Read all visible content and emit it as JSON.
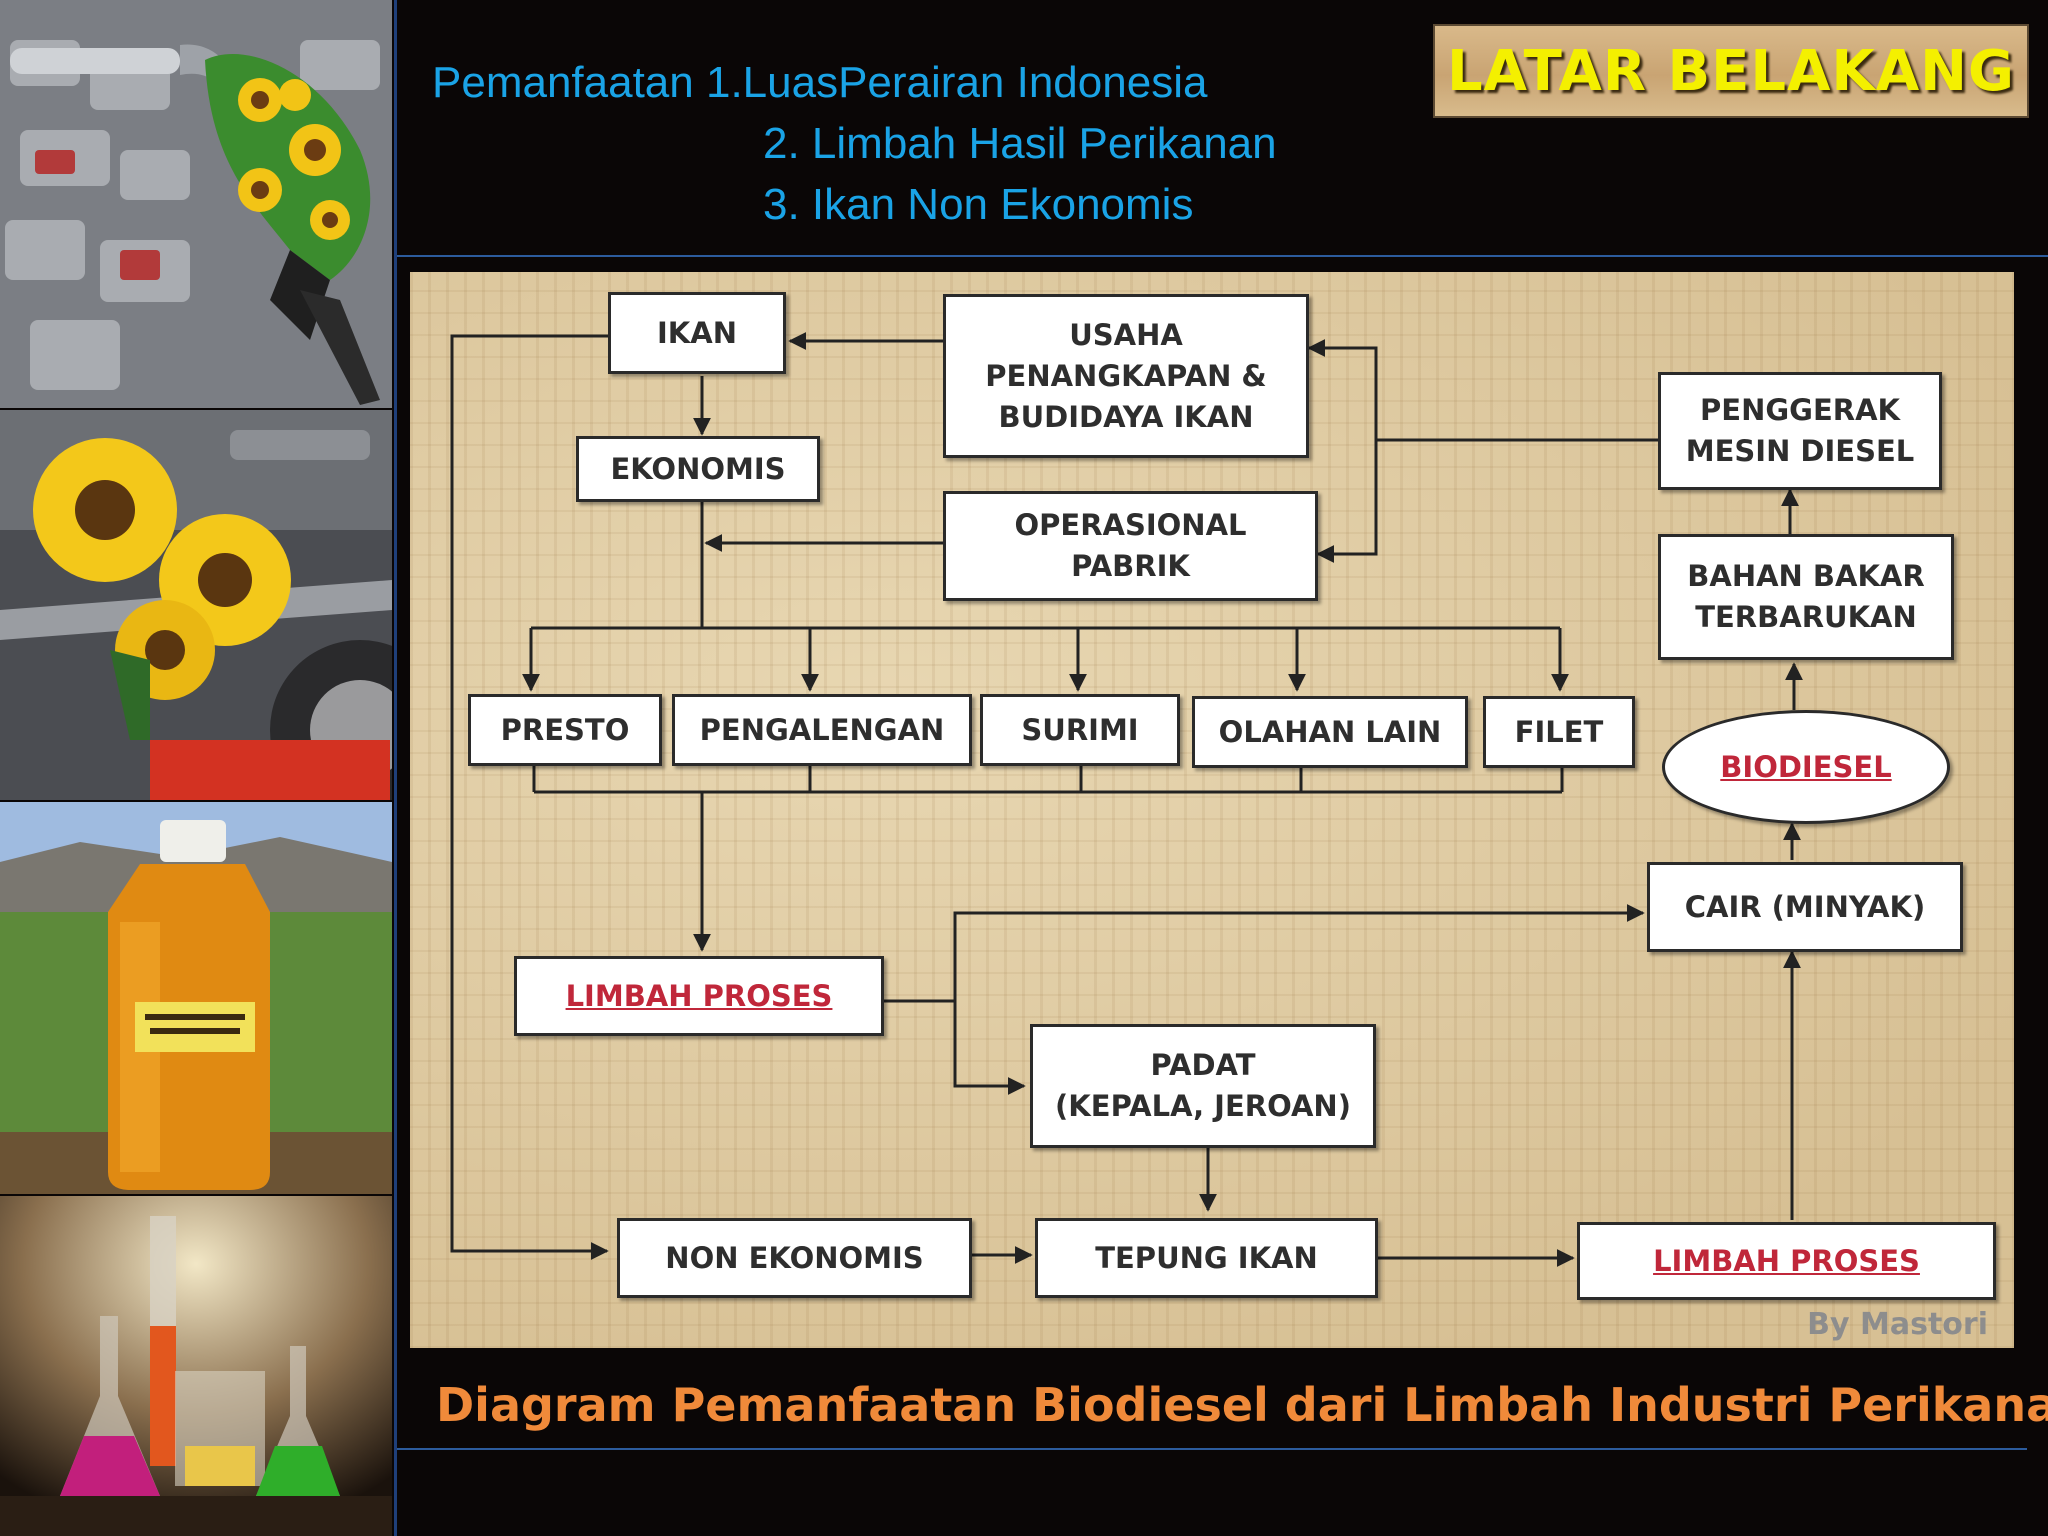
{
  "header": {
    "lines": [
      "Pemanfaatan 1.LuasPerairan Indonesia",
      "2. Limbah Hasil Perikanan",
      "3. Ikan Non Ekonomis"
    ],
    "badge": "LATAR BELAKANG"
  },
  "diagram": {
    "nodes": {
      "ikan": "IKAN",
      "usaha": [
        "USAHA",
        "PENANGKAPAN &",
        "BUDIDAYA IKAN"
      ],
      "ekonomis": "EKONOMIS",
      "operasional": [
        "OPERASIONAL",
        "PABRIK"
      ],
      "penggerak": [
        "PENGGERAK",
        "MESIN DIESEL"
      ],
      "bahan_bakar": [
        "BAHAN BAKAR",
        "TERBARUKAN"
      ],
      "presto": "PRESTO",
      "pengalengan": "PENGALENGAN",
      "surimi": "SURIMI",
      "olahan_lain": "OLAHAN LAIN",
      "filet": "FILET",
      "biodiesel": "BIODIESEL",
      "cair": "CAIR (MINYAK)",
      "limbah_proses_1": "LIMBAH PROSES",
      "padat": [
        "PADAT",
        "(KEPALA, JEROAN)"
      ],
      "non_ekonomis": "NON EKONOMIS",
      "tepung_ikan": "TEPUNG IKAN",
      "limbah_proses_2": "LIMBAH PROSES"
    },
    "credit": "By Mastori"
  },
  "caption": "Diagram Pemanfaatan Biodiesel dari  Limbah Industri Perikanan",
  "colors": {
    "subtitle": "#1aa3e6",
    "badge_text": "#f4f000",
    "caption": "#f08a3a",
    "red_label": "#c0273a"
  },
  "photos": [
    "fuel-nozzle-photo",
    "sunflower-car-photo",
    "biodiesel-bottle-photo",
    "lab-flasks-photo"
  ]
}
